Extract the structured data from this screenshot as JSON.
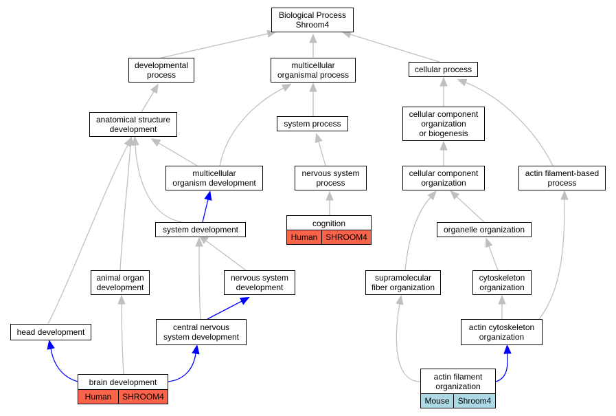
{
  "colors": {
    "grey_edge": "#c0c0c0",
    "blue_edge": "#0000ff",
    "human": "#f9634a",
    "mouse": "#add8e6"
  },
  "nodes": {
    "root": "Biological Process\nShroom4",
    "developmental_process": "developmental\nprocess",
    "multicellular_organismal_process": "multicellular\norganismal process",
    "cellular_process": "cellular process",
    "anatomical_structure_development": "anatomical structure\ndevelopment",
    "system_process": "system process",
    "cellular_component_organization_or_biogenesis": "cellular component\norganization\nor biogenesis",
    "multicellular_organism_development": "multicellular\norganism development",
    "nervous_system_process": "nervous system\nprocess",
    "cellular_component_organization": "cellular component\norganization",
    "actin_filament_based_process": "actin filament-based\nprocess",
    "system_development": "system development",
    "organelle_organization": "organelle organization",
    "animal_organ_development": "animal organ\ndevelopment",
    "nervous_system_development": "nervous system\ndevelopment",
    "supramolecular_fiber_organization": "supramolecular\nfiber organization",
    "cytoskeleton_organization": "cytoskeleton\norganization",
    "head_development": "head development",
    "central_nervous_system_development": "central nervous\nsystem development",
    "actin_cytoskeleton_organization": "actin cytoskeleton\norganization"
  },
  "annotated": {
    "cognition": {
      "label": "cognition",
      "species": "Human",
      "gene": "SHROOM4"
    },
    "brain_development": {
      "label": "brain development",
      "species": "Human",
      "gene": "SHROOM4"
    },
    "actin_filament_organization": {
      "label": "actin filament\norganization",
      "species": "Mouse",
      "gene": "Shroom4"
    }
  },
  "edges": [
    {
      "from": "developmental_process",
      "to": "root",
      "color": "grey"
    },
    {
      "from": "multicellular_organismal_process",
      "to": "root",
      "color": "grey"
    },
    {
      "from": "cellular_process",
      "to": "root",
      "color": "grey"
    },
    {
      "from": "anatomical_structure_development",
      "to": "developmental_process",
      "color": "grey"
    },
    {
      "from": "multicellular_organism_development",
      "to": "anatomical_structure_development",
      "color": "grey"
    },
    {
      "from": "multicellular_organism_development",
      "to": "multicellular_organismal_process",
      "color": "grey"
    },
    {
      "from": "system_process",
      "to": "multicellular_organismal_process",
      "color": "grey"
    },
    {
      "from": "nervous_system_process",
      "to": "system_process",
      "color": "grey"
    },
    {
      "from": "cognition",
      "to": "nervous_system_process",
      "color": "grey"
    },
    {
      "from": "system_development",
      "to": "multicellular_organism_development",
      "color": "blue"
    },
    {
      "from": "system_development",
      "to": "anatomical_structure_development",
      "color": "grey"
    },
    {
      "from": "animal_organ_development",
      "to": "anatomical_structure_development",
      "color": "grey"
    },
    {
      "from": "head_development",
      "to": "anatomical_structure_development",
      "color": "grey"
    },
    {
      "from": "nervous_system_development",
      "to": "system_development",
      "color": "grey"
    },
    {
      "from": "central_nervous_system_development",
      "to": "system_development",
      "color": "grey"
    },
    {
      "from": "central_nervous_system_development",
      "to": "nervous_system_development",
      "color": "blue"
    },
    {
      "from": "brain_development",
      "to": "animal_organ_development",
      "color": "grey"
    },
    {
      "from": "brain_development",
      "to": "head_development",
      "color": "blue"
    },
    {
      "from": "brain_development",
      "to": "central_nervous_system_development",
      "color": "blue"
    },
    {
      "from": "cellular_component_organization_or_biogenesis",
      "to": "cellular_process",
      "color": "grey"
    },
    {
      "from": "actin_filament_based_process",
      "to": "cellular_process",
      "color": "grey"
    },
    {
      "from": "cellular_component_organization",
      "to": "cellular_component_organization_or_biogenesis",
      "color": "grey"
    },
    {
      "from": "organelle_organization",
      "to": "cellular_component_organization",
      "color": "grey"
    },
    {
      "from": "supramolecular_fiber_organization",
      "to": "cellular_component_organization",
      "color": "grey"
    },
    {
      "from": "cytoskeleton_organization",
      "to": "organelle_organization",
      "color": "grey"
    },
    {
      "from": "actin_cytoskeleton_organization",
      "to": "cytoskeleton_organization",
      "color": "grey"
    },
    {
      "from": "actin_cytoskeleton_organization",
      "to": "actin_filament_based_process",
      "color": "grey"
    },
    {
      "from": "actin_filament_organization",
      "to": "supramolecular_fiber_organization",
      "color": "grey"
    },
    {
      "from": "actin_filament_organization",
      "to": "actin_cytoskeleton_organization",
      "color": "blue"
    }
  ]
}
